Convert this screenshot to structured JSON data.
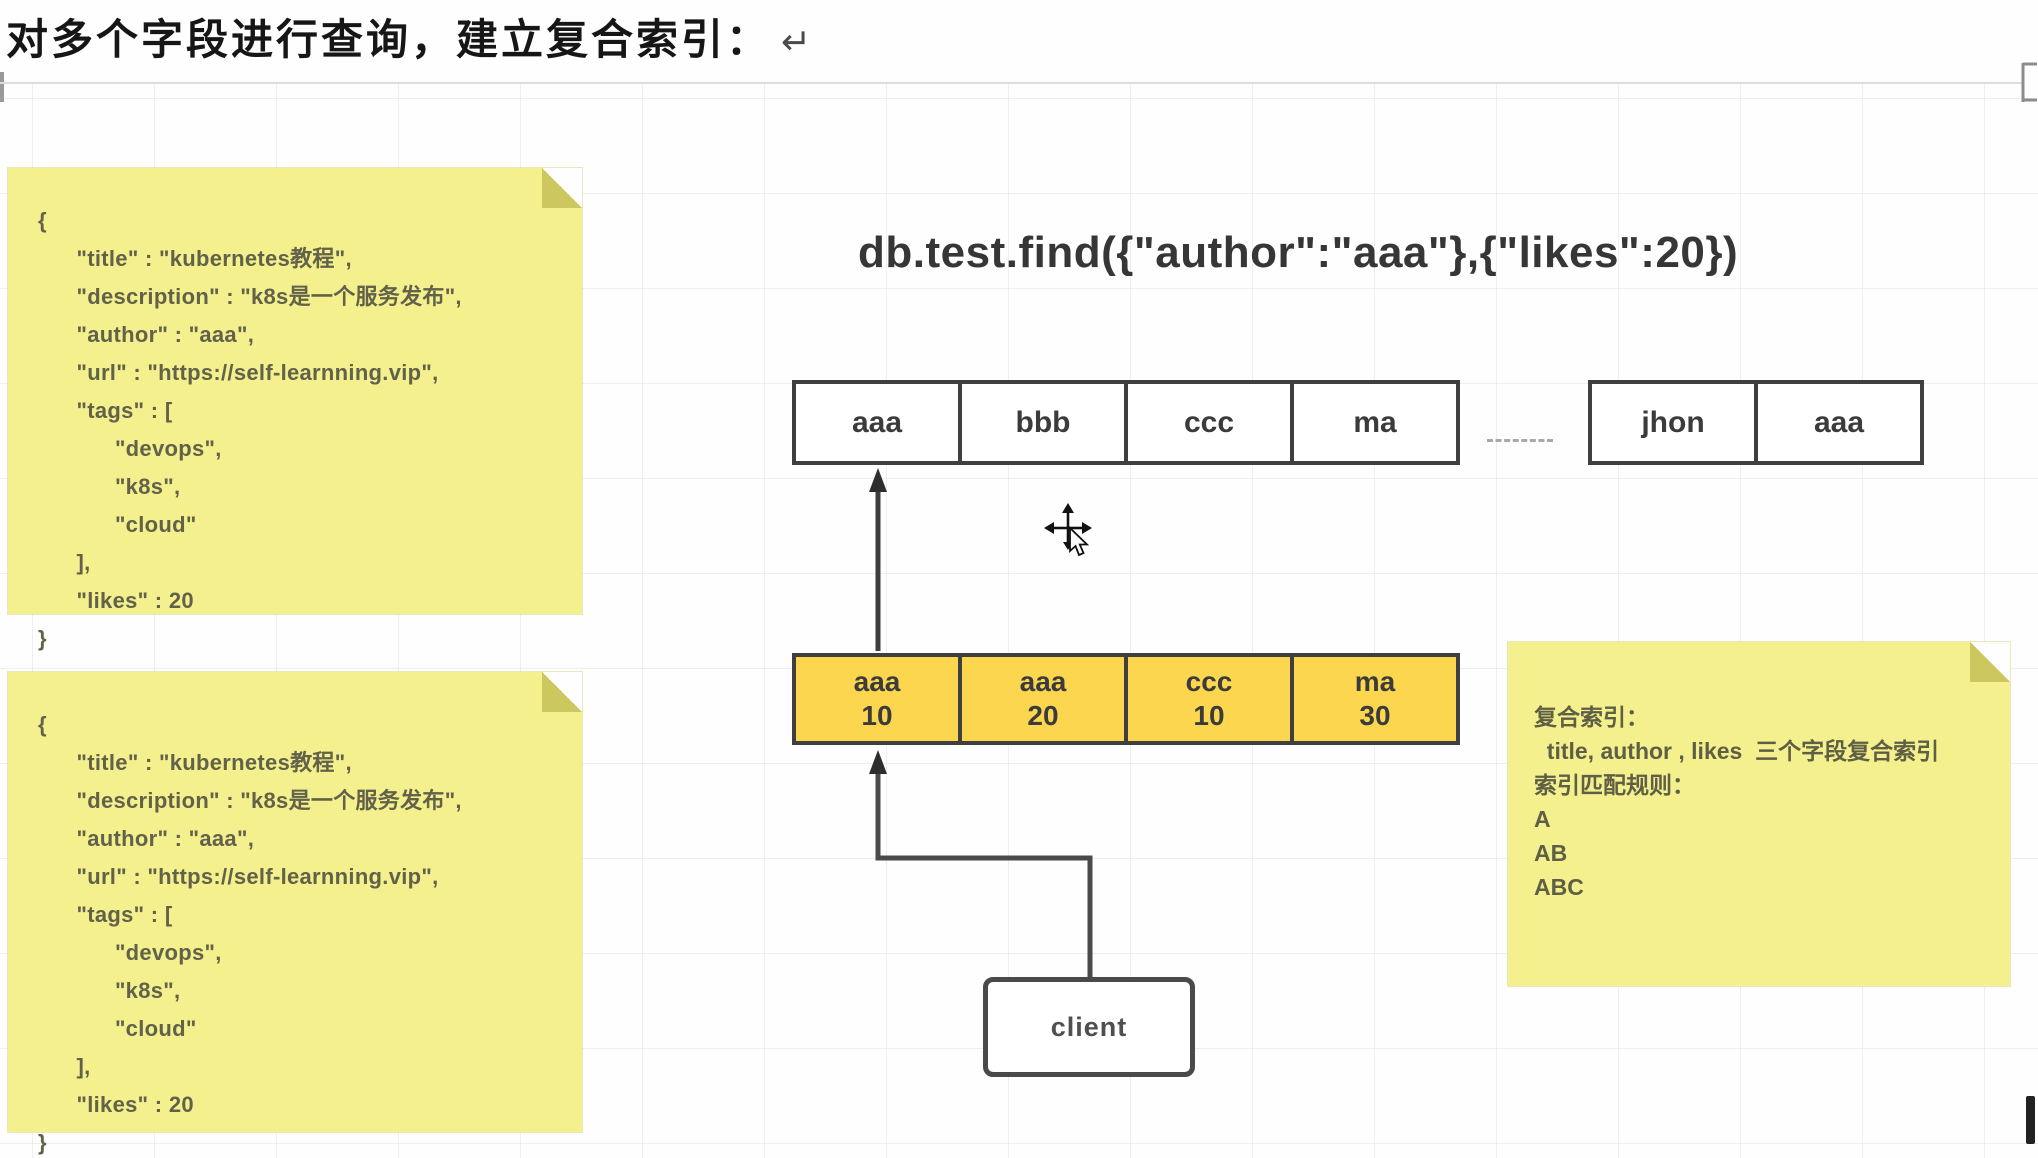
{
  "header": {
    "title": "对多个字段进行查询，建立复合索引：",
    "return_mark": "↵"
  },
  "query": {
    "text": "db.test.find({\"author\":\"aaa\"},{\"likes\":20})"
  },
  "scan": {
    "top_cells": [
      "aaa",
      "bbb",
      "ccc",
      "ma",
      "jhon",
      "aaa"
    ],
    "compound_cells": [
      {
        "key": "aaa",
        "value": "10"
      },
      {
        "key": "aaa",
        "value": "20"
      },
      {
        "key": "ccc",
        "value": "10"
      },
      {
        "key": "ma",
        "value": "30"
      }
    ],
    "client_label": "client"
  },
  "notes": {
    "document1": {
      "text": "{\n      \"title\" : \"kubernetes教程\",\n      \"description\" : \"k8s是一个服务发布\",\n      \"author\" : \"aaa\",\n      \"url\" : \"https://self-learnning.vip\",\n      \"tags\" : [\n            \"devops\",\n            \"k8s\",\n            \"cloud\"\n      ],\n      \"likes\" : 20\n}"
    },
    "document2": {
      "text": "{\n      \"title\" : \"kubernetes教程\",\n      \"description\" : \"k8s是一个服务发布\",\n      \"author\" : \"aaa\",\n      \"url\" : \"https://self-learnning.vip\",\n      \"tags\" : [\n            \"devops\",\n            \"k8s\",\n            \"cloud\"\n      ],\n      \"likes\" : 20\n}"
    },
    "index_rules": {
      "text": "复合索引：\n  title, author , likes  三个字段复合索引\n索引匹配规则：\nA\nAB\nABC"
    }
  },
  "colors": {
    "sticky_note": "#f4f08d",
    "sticky_fold": "#cdc75f",
    "index_cell_yellow": "#fcd64e",
    "shape_border": "#3f3f3f",
    "note_text": "#62624a"
  }
}
